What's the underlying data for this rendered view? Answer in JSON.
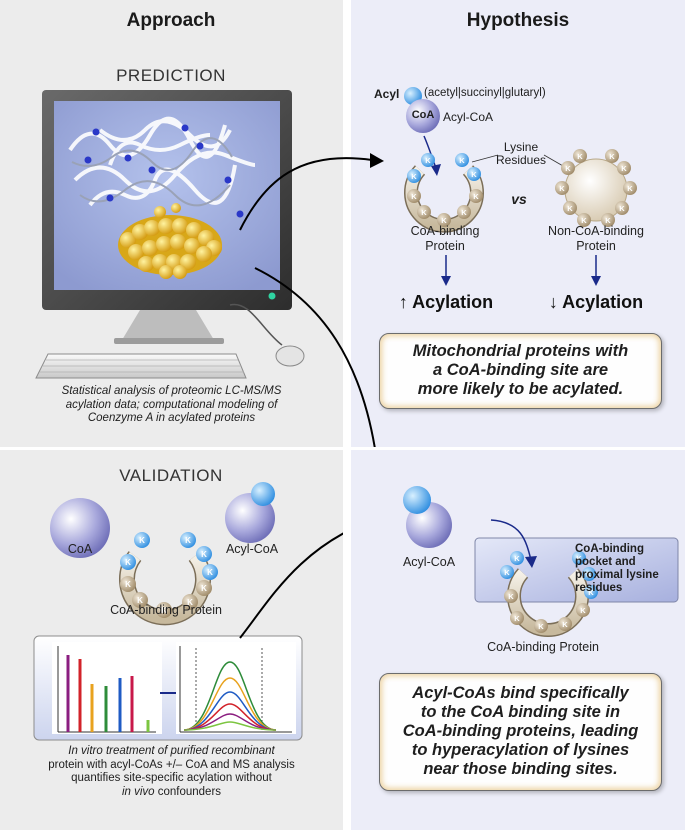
{
  "approach": {
    "title": "Approach",
    "prediction": {
      "heading": "PREDICTION",
      "caption_lines": [
        "Statistical analysis of proteomic LC-MS/MS",
        "acylation data; computational modeling of",
        "Coenzyme A in acylated proteins"
      ]
    },
    "validation": {
      "heading": "VALIDATION",
      "coa_label": "CoA",
      "acylcoa_label": "Acyl-CoA",
      "protein_label": "CoA-binding Protein",
      "caption_italic": "In vitro",
      "caption_rest": " treatment of purified recombinant",
      "caption_line2": "protein with acyl-CoAs +/– CoA and MS analysis",
      "caption_line3": "quantifies site-specific acylation without",
      "caption_italic2": "in vivo",
      "caption_rest2": " confounders"
    }
  },
  "hypothesis": {
    "title": "Hypothesis",
    "acyl_label": "Acyl",
    "acyl_types": "(acetyl|succinyl|glutaryl)",
    "coa_text": "CoA",
    "acylcoa_label": "Acyl-CoA",
    "lysine_line1": "Lysine",
    "lysine_line2": "Residues",
    "vs": "vs",
    "coa_protein_line1": "CoA-binding",
    "coa_protein_line2": "Protein",
    "noncoa_protein_line1": "Non-CoA-binding",
    "noncoa_protein_line2": "Protein",
    "up_acylation": "↑ Acylation",
    "down_acylation": "↓ Acylation",
    "statement1": [
      "Mitochondrial proteins with",
      "a CoA-binding site are",
      "more likely to be acylated."
    ],
    "acylcoa_label2": "Acyl-CoA",
    "pocket_line1": "CoA-binding",
    "pocket_line2": "pocket and",
    "pocket_line3": "proximal lysine",
    "pocket_line4": "residues",
    "protein_label2": "CoA-binding Protein",
    "statement2": [
      "Acyl-CoAs bind specifically",
      "to the CoA binding site in",
      "CoA-binding proteins, leading",
      "to hyperacylation of lysines",
      "near those binding sites."
    ]
  },
  "lysine_letter": "K",
  "colors": {
    "left_bg": "#ececec",
    "right_bg": "#ecedf8",
    "blue_ball": "#4aa3e6",
    "tan_ball": "#b9a88c",
    "arrow": "#1a2a8a"
  }
}
